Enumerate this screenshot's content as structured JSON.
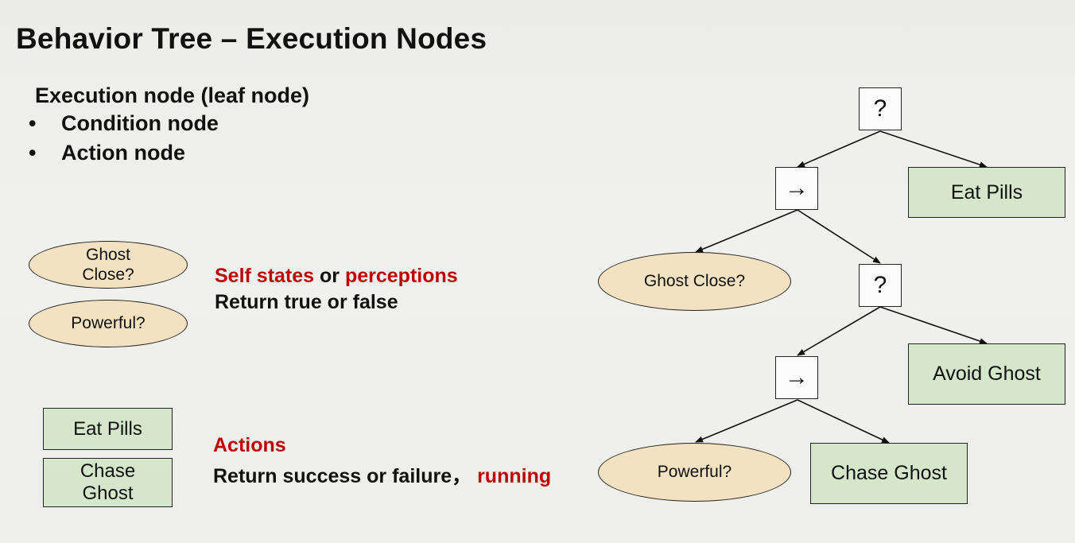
{
  "title": "Behavior Tree – Execution Nodes",
  "subheading": "Execution node (leaf node)",
  "bullets": [
    {
      "symbol": "•",
      "text": "Condition node"
    },
    {
      "symbol": "•",
      "text": "Action node"
    }
  ],
  "legend": {
    "conditions": [
      "Ghost Close?",
      "Powerful?"
    ],
    "actions": [
      "Eat Pills",
      "Chase Ghost"
    ]
  },
  "condition_desc": {
    "self_states": "Self states",
    "or": "or",
    "perceptions": "perceptions",
    "line2": "Return true or false"
  },
  "action_desc": {
    "heading": "Actions",
    "line2": "Return success or failure，",
    "running": "running"
  },
  "tree": {
    "selector_symbol": "?",
    "sequence_symbol": "→",
    "nodes": {
      "root": "?",
      "seq1": "→",
      "eat_pills": "Eat Pills",
      "ghost_close": "Ghost Close?",
      "sel2": "?",
      "seq2": "→",
      "avoid_ghost": "Avoid Ghost",
      "powerful": "Powerful?",
      "chase_ghost": "Chase Ghost"
    }
  },
  "colors": {
    "condition_fill": "#f2e2c2",
    "action_fill": "#d6e6cb",
    "accent_red": "#c00000"
  }
}
